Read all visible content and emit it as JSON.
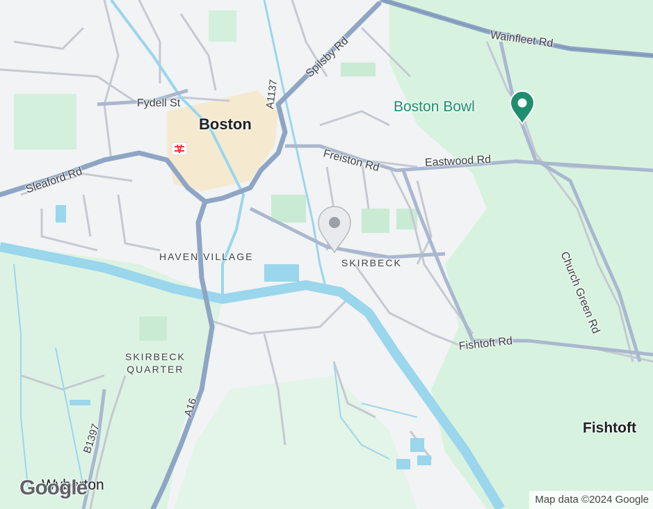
{
  "map": {
    "place_labels": {
      "boston": "Boston",
      "fishtoft": "Fishtoft",
      "wyberton": "Wyberton"
    },
    "area_labels": {
      "haven_village": "HAVEN VILLAGE",
      "skirbeck": "SKIRBECK",
      "skirbeck_quarter_line1": "SKIRBECK",
      "skirbeck_quarter_line2": "QUARTER"
    },
    "road_labels": {
      "wainfleet": "Wainfleet Rd",
      "spilsby": "Spilsby Rd",
      "a1137": "A1137",
      "fydell": "Fydell St",
      "sleaford": "Sleaford Rd",
      "freiston": "Freiston Rd",
      "eastwood": "Eastwood Rd",
      "church_green": "Church Green Rd",
      "fishtoft": "Fishtoft Rd",
      "a16": "A16",
      "b1397": "B1397"
    },
    "poi": {
      "name": "Boston Bowl",
      "color": "#1e8e6e"
    },
    "attribution": "Map data ©2024 Google",
    "logo_text": "Google",
    "colors": {
      "land": "#f1f3f4",
      "park": "#d3f0dc",
      "water": "#9ad6ec",
      "major_road": "#8ea5c4",
      "minor_road": "#c5c9d1",
      "urban": "#f5e8c8"
    }
  }
}
